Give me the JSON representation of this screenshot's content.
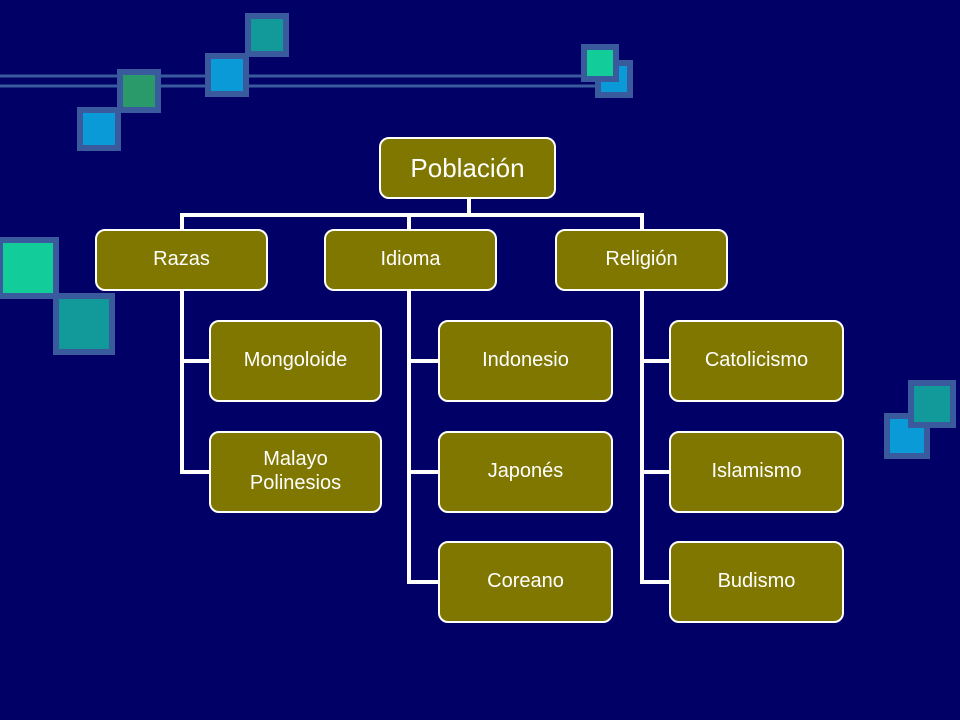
{
  "colors": {
    "background": "#000066",
    "node_fill": "#807700",
    "node_border": "#ffffff",
    "text": "#ffffff"
  },
  "diagram": {
    "root": "Población",
    "branches": [
      {
        "label": "Razas",
        "children": [
          "Mongoloide",
          "Malayo Polinesios"
        ]
      },
      {
        "label": "Idioma",
        "children": [
          "Indonesio",
          "Japonés",
          "Coreano"
        ]
      },
      {
        "label": "Religión",
        "children": [
          "Catolicismo",
          "Islamismo",
          "Budismo"
        ]
      }
    ]
  }
}
